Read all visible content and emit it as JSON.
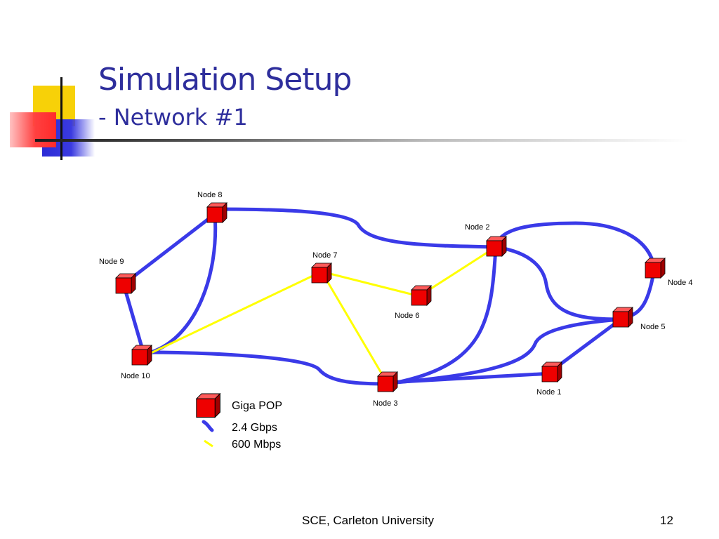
{
  "slide": {
    "title": "Simulation Setup",
    "subtitle": "- Network #1",
    "footer": "SCE, Carleton University",
    "page_number": "12",
    "title_color": "#2e2e9c"
  },
  "network": {
    "nodes": [
      "Node 1",
      "Node 2",
      "Node 3",
      "Node 4",
      "Node 5",
      "Node 6",
      "Node 7",
      "Node 8",
      "Node 9",
      "Node 10"
    ],
    "links_2_4_gbps": [
      [
        "Node 8",
        "Node 9"
      ],
      [
        "Node 8",
        "Node 10"
      ],
      [
        "Node 8",
        "Node 2"
      ],
      [
        "Node 9",
        "Node 10"
      ],
      [
        "Node 10",
        "Node 3"
      ],
      [
        "Node 2",
        "Node 3"
      ],
      [
        "Node 2",
        "Node 4"
      ],
      [
        "Node 2",
        "Node 5"
      ],
      [
        "Node 4",
        "Node 5"
      ],
      [
        "Node 5",
        "Node 3"
      ],
      [
        "Node 5",
        "Node 1"
      ],
      [
        "Node 1",
        "Node 3"
      ]
    ],
    "links_600_mbps": [
      [
        "Node 10",
        "Node 7"
      ],
      [
        "Node 7",
        "Node 6"
      ],
      [
        "Node 7",
        "Node 3"
      ],
      [
        "Node 6",
        "Node 2"
      ]
    ],
    "colors": {
      "node": "#ff0000",
      "link_2_4_gbps": "#3a3ae8",
      "link_600_mbps": "#ffff00"
    }
  },
  "legend": {
    "node_label": "Giga POP",
    "link1_label": "2.4 Gbps",
    "link2_label": "600 Mbps"
  }
}
